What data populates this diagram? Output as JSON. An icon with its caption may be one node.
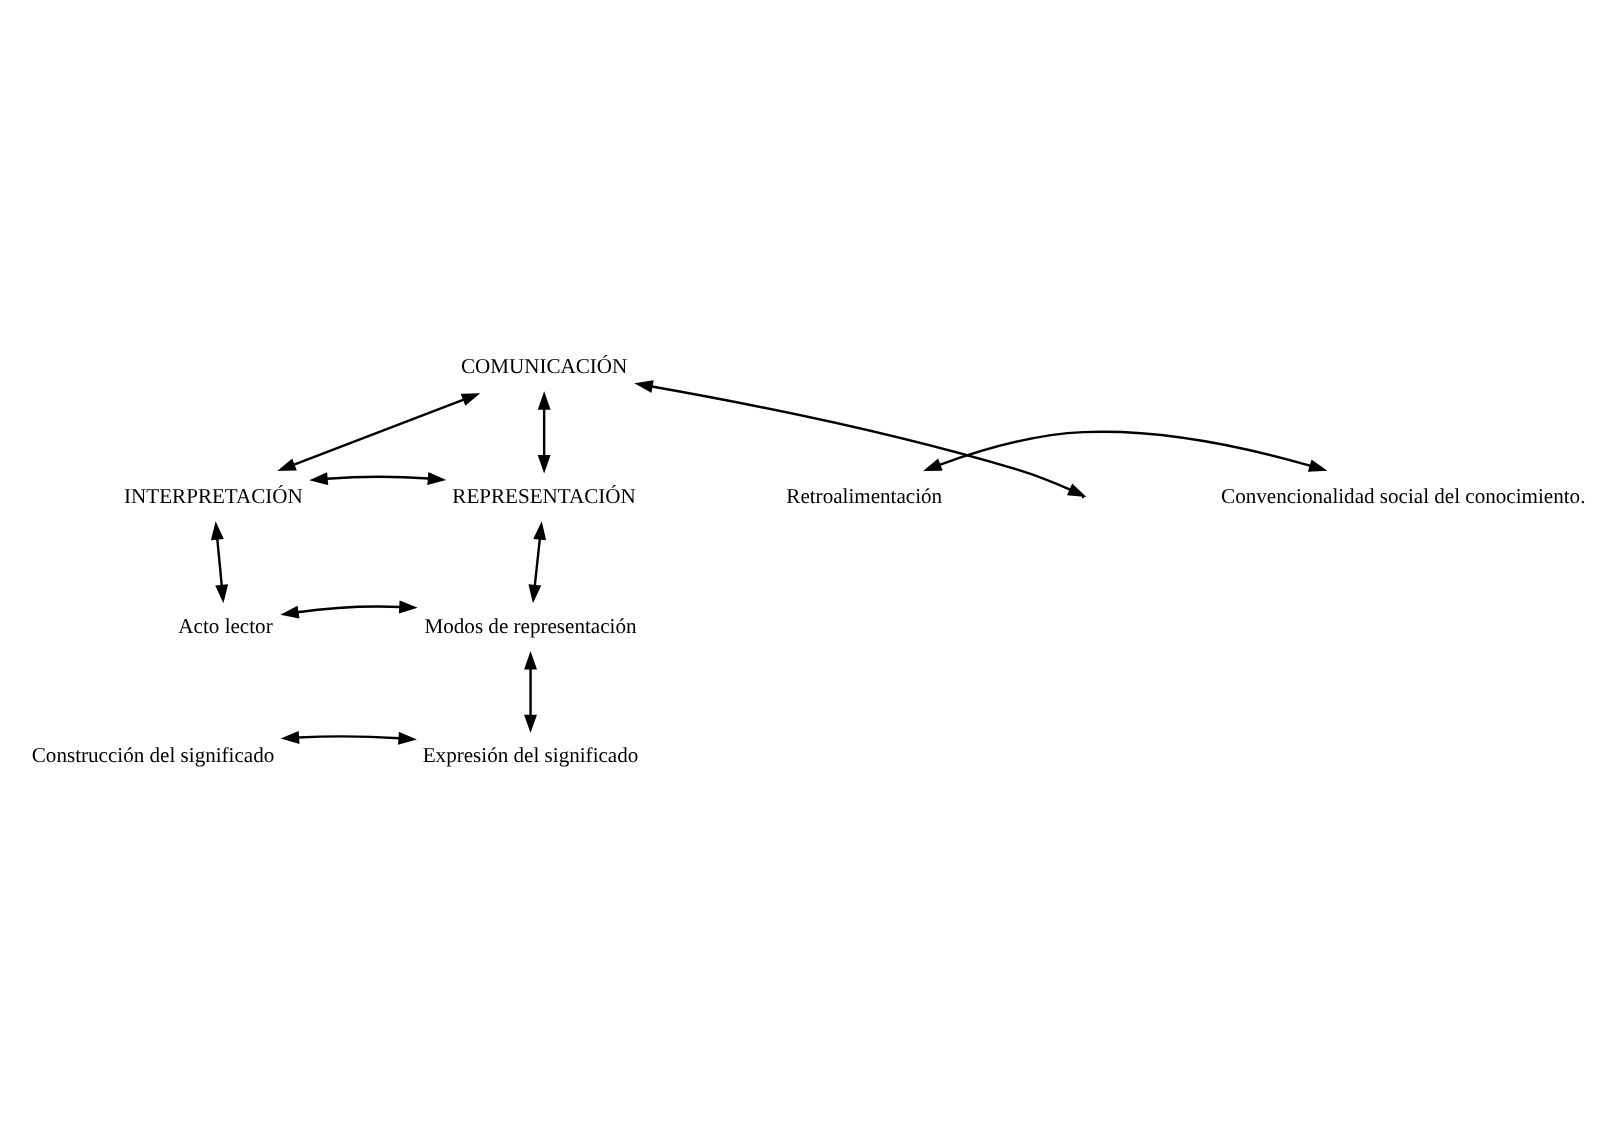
{
  "diagram": {
    "nodes": [
      {
        "text": [
          "COMUNICACIÓN"
        ]
      },
      {
        "text": [
          "INTERPRETACIÓN"
        ]
      },
      {
        "text": [
          "REPRESENTACIÓN"
        ]
      },
      {
        "text": [
          "Acto lector"
        ]
      },
      {
        "text": [
          "Modos de representación"
        ]
      },
      {
        "text": [
          "Construcción del significado"
        ]
      },
      {
        "text": [
          "Expresión del significado"
        ]
      },
      {
        "text": [
          "Retroalimentación"
        ]
      },
      {
        "text": [
          "Convencionalidad social del conocimiento."
        ]
      }
    ],
    "edges": [
      {
        "from": 0,
        "to": 1,
        "arrow": "both"
      },
      {
        "from": 0,
        "to": 2,
        "arrow": "both"
      },
      {
        "from": 1,
        "to": 2,
        "arrow": "both"
      },
      {
        "from": 1,
        "to": 3,
        "arrow": "both"
      },
      {
        "from": 2,
        "to": 4,
        "arrow": "both"
      },
      {
        "from": 3,
        "to": 4,
        "arrow": "both"
      },
      {
        "from": 4,
        "to": 6,
        "arrow": "both"
      },
      {
        "from": 5,
        "to": 6,
        "arrow": "both"
      },
      {
        "from": 0,
        "to": null,
        "arrow": "both"
      },
      {
        "from": 7,
        "to": 8,
        "arrow": "both"
      }
    ]
  }
}
